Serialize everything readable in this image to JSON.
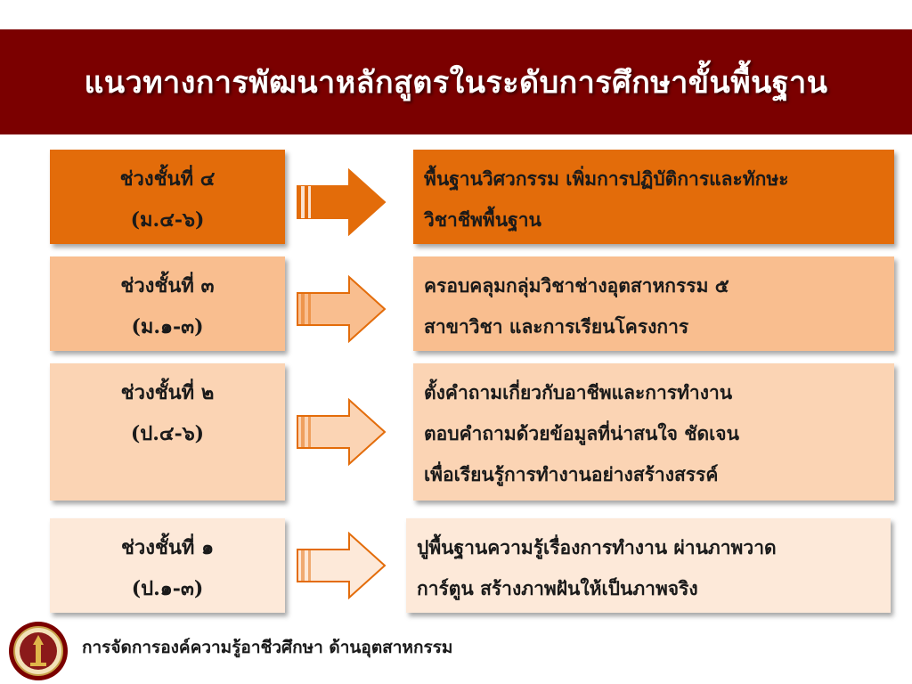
{
  "title": "แนวทางการพัฒนาหลักสูตรในระดับการศึกษาขั้นพื้นฐาน",
  "stages": [
    {
      "name": "ช่วงชั้นที่ ๔",
      "grades": "(ม.๔-๖)",
      "lines": [
        "พื้นฐานวิศวกรรม เพิ่มการปฏิบัติการและทักษะ",
        "วิชาชีพพื้นฐาน"
      ],
      "fill": "#e36c0a",
      "text_color": "#1a1a1a"
    },
    {
      "name": "ช่วงชั้นที่ ๓",
      "grades": "(ม.๑-๓)",
      "lines": [
        "ครอบคลุมกลุ่มวิชาช่างอุตสาหกรรม ๕",
        "สาขาวิชา และการเรียนโครงการ"
      ],
      "fill": "#f9be8f",
      "text_color": "#1a1a1a"
    },
    {
      "name": "ช่วงชั้นที่ ๒",
      "grades": "(ป.๔-๖)",
      "lines": [
        "ตั้งคำถามเกี่ยวกับอาชีพและการทำงาน",
        "ตอบคำถามด้วยข้อมูลที่น่าสนใจ ชัดเจน",
        "เพื่อเรียนรู้การทำงานอย่างสร้างสรรค์"
      ],
      "fill": "#fbd4b4",
      "text_color": "#1a1a1a"
    },
    {
      "name": "ช่วงชั้นที่ ๑",
      "grades": "(ป.๑-๓)",
      "lines": [
        "ปูพื้นฐานความรู้เรื่องการทำงาน ผ่านภาพวาด",
        "การ์ตูน สร้างภาพฝันให้เป็นภาพจริง"
      ],
      "fill": "#fde9d9",
      "text_color": "#1a1a1a"
    }
  ],
  "footer": {
    "text": "การจัดการองค์ความรู้อาชีวศึกษา ด้านอุตสาหกรรม",
    "logo_icon": "institution-seal-icon"
  },
  "colors": {
    "title_bar": "#7b0000",
    "arrow_border": "#e36c0a"
  }
}
